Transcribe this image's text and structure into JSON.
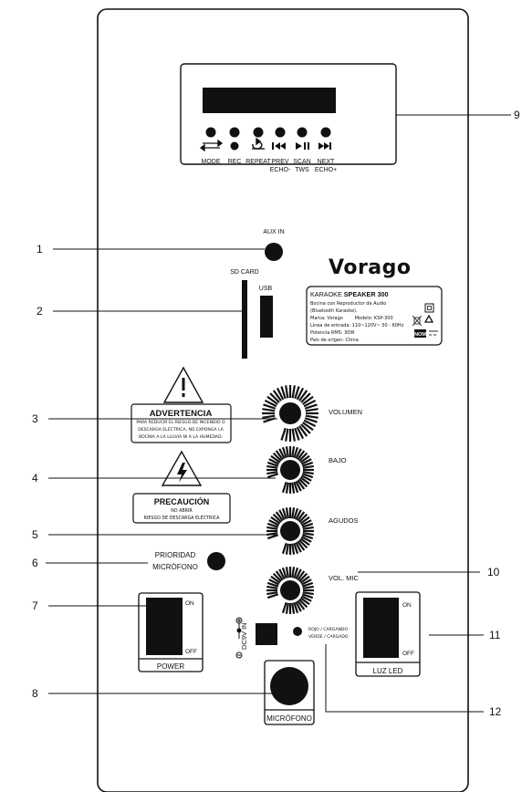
{
  "display": {
    "buttons": [
      {
        "label": "MODE",
        "label2": "",
        "icon": "mode-arrows-icon"
      },
      {
        "label": "REC",
        "label2": "",
        "icon": "record-dot-icon"
      },
      {
        "label": "REPEAT",
        "label2": "",
        "icon": "repeat-icon"
      },
      {
        "label": "PREV",
        "label2": "ECHO-",
        "icon": "previous-track-icon"
      },
      {
        "label": "SCAN",
        "label2": "TWS",
        "icon": "play-pause-icon"
      },
      {
        "label": "NEXT",
        "label2": "ECHO+",
        "icon": "next-track-icon"
      }
    ]
  },
  "ports": {
    "aux_in": "AUX IN",
    "sd_card": "SD CARD",
    "usb": "USB",
    "dc_in": "DC9V IN",
    "charge_status_line1": "ROJO / CARGANDO",
    "charge_status_line2": "VERDE / CARGADO"
  },
  "brand": {
    "logo": "Vorago"
  },
  "spec_label": {
    "title_prefix": "KARAOKE",
    "title_bold": "SPEAKER 300",
    "lines": [
      "Bocina con Reproductor de Audio",
      "(Bluetooth Karaoke).",
      "Marca: Vorago        Modelo: KSP-300",
      "Línea de entrada: 110~120V~ 50 - 60Hz",
      "Potencia RMS: 30W",
      "País de origen: China"
    ],
    "nom": "NOM"
  },
  "warnings": {
    "advertencia_title": "ADVERTENCIA",
    "advertencia_lines": [
      "PARA REDUCIR EL RIESGO DE INCENDIO O",
      "DESCARGA ELÉCTRICA, NO EXPONGA LA",
      "BOCINA A LA LLUVIA NI A LA HUMEDAD."
    ],
    "precaucion_title": "PRECAUCIÓN",
    "precaucion_lines": [
      "NO ABRIR",
      "RIESGO DE DESCARGA ELÉCTRICA"
    ]
  },
  "knobs": {
    "volumen": "VOLUMEN",
    "bajo": "BAJO",
    "agudos": "AGUDOS",
    "vol_mic": "VOL. MIC"
  },
  "mic_priority": {
    "line1": "PRIORIDAD",
    "line2": "MICRÓFONO"
  },
  "switches": {
    "power": {
      "on": "ON",
      "off": "OFF",
      "label": "POWER"
    },
    "luz_led": {
      "on": "ON",
      "off": "OFF",
      "label": "LUZ LED"
    }
  },
  "mic_jack": "MICRÓFONO",
  "callouts": [
    "1",
    "2",
    "3",
    "4",
    "5",
    "6",
    "7",
    "8",
    "9",
    "10",
    "11",
    "12"
  ]
}
